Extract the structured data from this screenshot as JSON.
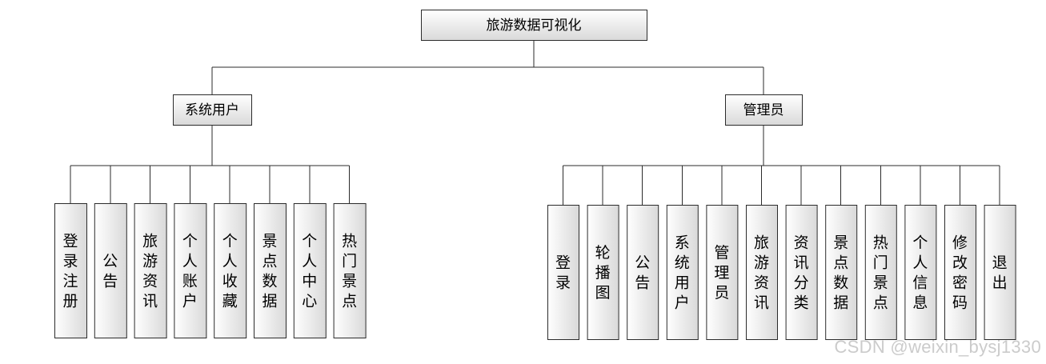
{
  "diagram": {
    "root": {
      "label": "旅游数据可视化"
    },
    "branches": [
      {
        "label": "系统用户",
        "children": [
          "登录注册",
          "公告",
          "旅游资讯",
          "个人账户",
          "个人收藏",
          "景点数据",
          "个人中心",
          "热门景点"
        ]
      },
      {
        "label": "管理员",
        "children": [
          "登录",
          "轮播图",
          "公告",
          "系统用户",
          "管理员",
          "旅游资讯",
          "资讯分类",
          "景点数据",
          "热门景点",
          "个人信息",
          "修改密码",
          "退出"
        ]
      }
    ]
  },
  "watermark": "CSDN @weixin_bysj1330",
  "colors": {
    "box_fill_top": "#ffffff",
    "box_fill_bottom": "#d9d9d9",
    "border": "#2b2b2b",
    "line": "#2b2b2b"
  }
}
